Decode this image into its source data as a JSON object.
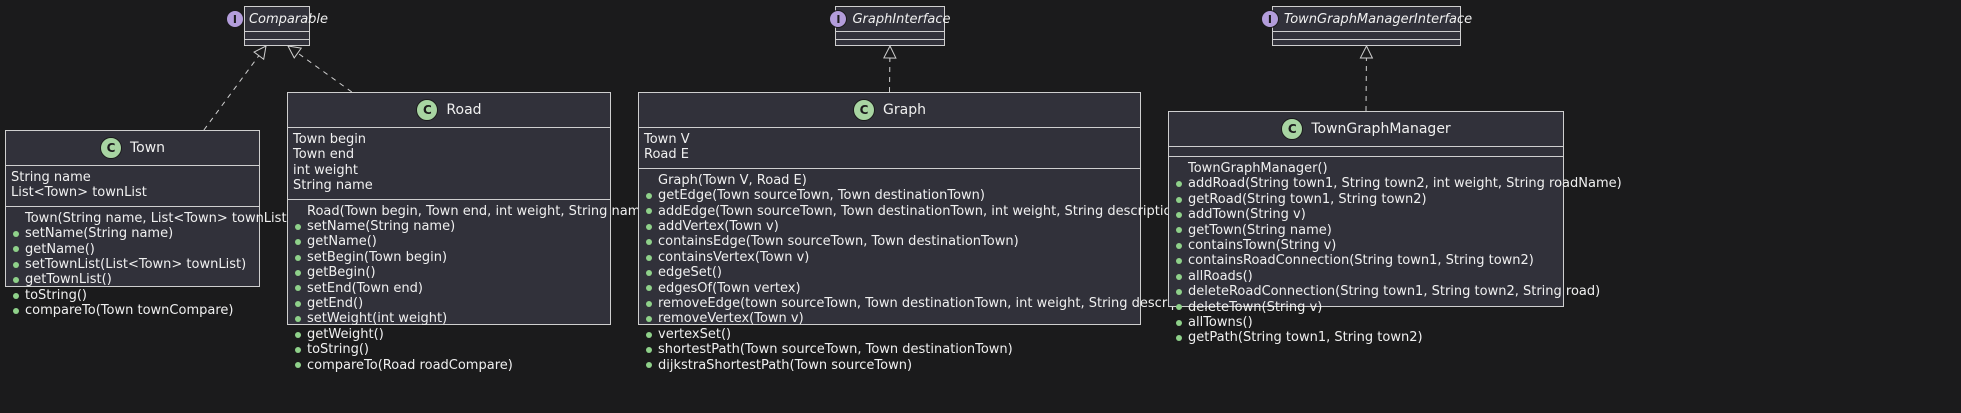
{
  "colors": {
    "background": "#1b1b1c",
    "box_fill": "#31313a",
    "border": "#cfcfcf",
    "interface_badge": "#b39ddb",
    "class_badge": "#a8d5a2",
    "public_marker": "#8fd18a"
  },
  "interfaces": {
    "comparable": {
      "badge": "I",
      "name": "Comparable"
    },
    "graph_interface": {
      "badge": "I",
      "name": "GraphInterface"
    },
    "town_graph_manager_interface": {
      "badge": "I",
      "name": "TownGraphManagerInterface"
    }
  },
  "classes": {
    "town": {
      "badge": "C",
      "name": "Town",
      "attributes": [
        "String name",
        "List<Town> townList"
      ],
      "methods": [
        {
          "text": "Town(String name, List<Town> townList)",
          "public": false
        },
        {
          "text": "setName(String name)",
          "public": true
        },
        {
          "text": "getName()",
          "public": true
        },
        {
          "text": "setTownList(List<Town> townList)",
          "public": true
        },
        {
          "text": "getTownList()",
          "public": true
        },
        {
          "text": "toString()",
          "public": true
        },
        {
          "text": "compareTo(Town townCompare)",
          "public": true
        }
      ]
    },
    "road": {
      "badge": "C",
      "name": "Road",
      "attributes": [
        "Town begin",
        "Town end",
        "int weight",
        "String name"
      ],
      "methods": [
        {
          "text": "Road(Town begin, Town end, int weight, String name)",
          "public": false
        },
        {
          "text": "setName(String name)",
          "public": true
        },
        {
          "text": "getName()",
          "public": true
        },
        {
          "text": "setBegin(Town begin)",
          "public": true
        },
        {
          "text": "getBegin()",
          "public": true
        },
        {
          "text": "setEnd(Town end)",
          "public": true
        },
        {
          "text": "getEnd()",
          "public": true
        },
        {
          "text": "setWeight(int weight)",
          "public": true
        },
        {
          "text": "getWeight()",
          "public": true
        },
        {
          "text": "toString()",
          "public": true
        },
        {
          "text": "compareTo(Road roadCompare)",
          "public": true
        }
      ]
    },
    "graph": {
      "badge": "C",
      "name": "Graph",
      "attributes": [
        "Town V",
        "Road E"
      ],
      "methods": [
        {
          "text": "Graph(Town V, Road E)",
          "public": false
        },
        {
          "text": "getEdge(Town sourceTown, Town destinationTown)",
          "public": true
        },
        {
          "text": "addEdge(Town sourceTown, Town destinationTown, int weight, String description)",
          "public": true
        },
        {
          "text": "addVertex(Town v)",
          "public": true
        },
        {
          "text": "containsEdge(Town sourceTown, Town destinationTown)",
          "public": true
        },
        {
          "text": "containsVertex(Town v)",
          "public": true
        },
        {
          "text": "edgeSet()",
          "public": true
        },
        {
          "text": "edgesOf(Town vertex)",
          "public": true
        },
        {
          "text": "removeEdge(town sourceTown, Town destinationTown, int weight, String description)",
          "public": true
        },
        {
          "text": "removeVertex(Town v)",
          "public": true
        },
        {
          "text": "vertexSet()",
          "public": true
        },
        {
          "text": "shortestPath(Town sourceTown, Town destinationTown)",
          "public": true
        },
        {
          "text": "dijkstraShortestPath(Town sourceTown)",
          "public": true
        }
      ]
    },
    "town_graph_manager": {
      "badge": "C",
      "name": "TownGraphManager",
      "attributes": [],
      "methods": [
        {
          "text": "TownGraphManager()",
          "public": false
        },
        {
          "text": "addRoad(String town1, String town2, int weight, String roadName)",
          "public": true
        },
        {
          "text": "getRoad(String town1, String town2)",
          "public": true
        },
        {
          "text": "addTown(String v)",
          "public": true
        },
        {
          "text": "getTown(String name)",
          "public": true
        },
        {
          "text": "containsTown(String v)",
          "public": true
        },
        {
          "text": "containsRoadConnection(String town1, String town2)",
          "public": true
        },
        {
          "text": "allRoads()",
          "public": true
        },
        {
          "text": "deleteRoadConnection(String town1, String town2, String road)",
          "public": true
        },
        {
          "text": "deleteTown(String v)",
          "public": true
        },
        {
          "text": "allTowns()",
          "public": true
        },
        {
          "text": "getPath(String town1, String town2)",
          "public": true
        }
      ]
    }
  },
  "relations": [
    {
      "from": "town",
      "to": "comparable",
      "type": "realization"
    },
    {
      "from": "road",
      "to": "comparable",
      "type": "realization"
    },
    {
      "from": "graph",
      "to": "graph_interface",
      "type": "realization"
    },
    {
      "from": "town_graph_manager",
      "to": "town_graph_manager_interface",
      "type": "realization"
    }
  ]
}
